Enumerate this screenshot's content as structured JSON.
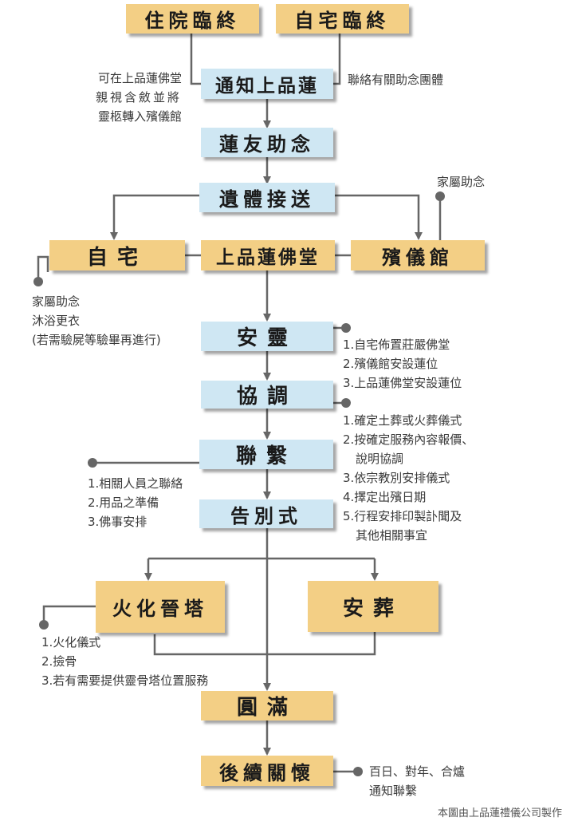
{
  "boxes": {
    "hospital": "住院臨終",
    "home_death": "自宅臨終",
    "notify": "通知上品蓮",
    "assist_chant": "蓮友助念",
    "transport": "遺體接送",
    "home": "自宅",
    "hall": "上品蓮佛堂",
    "funeral_home": "殯儀館",
    "enshrine": "安靈",
    "coordinate": "協調",
    "contact": "聯繫",
    "farewell": "告別式",
    "cremation": "火化晉塔",
    "burial": "安葬",
    "complete": "圓滿",
    "aftercare": "後續關懷"
  },
  "notes": {
    "hospital_side": [
      "可在上品蓮佛堂",
      "親視含斂並將",
      "靈柩轉入殯儀館"
    ],
    "home_side": "聯絡有關助念團體",
    "family_chant": "家屬助念",
    "home_care": [
      "家屬助念",
      "沐浴更衣",
      "(若需驗屍等驗畢再進行)"
    ],
    "enshrine_items": [
      "1.自宅佈置莊嚴佛堂",
      "2.殯儀館安設蓮位",
      "3.上品蓮佛堂安設蓮位"
    ],
    "coordinate_items": [
      "1.確定土葬或火葬儀式",
      "2.按確定服務內容報價、",
      "說明協調",
      "3.依宗教別安排儀式",
      "4.擇定出殯日期",
      "5.行程安排印製訃聞及",
      "其他相關事宜"
    ],
    "contact_items": [
      "1.相關人員之聯絡",
      "2.用品之準備",
      "3.佛事安排"
    ],
    "cremation_items": [
      "1.火化儀式",
      "2.撿骨",
      "3.若有需要提供靈骨塔位置服務"
    ],
    "aftercare_items": [
      "百日、對年、合爐",
      "通知聯繫"
    ]
  },
  "credit": "本圖由上品蓮禮儀公司製作",
  "colors": {
    "yellow": "#f3cf85",
    "blue": "#cfe7f3",
    "line": "#666666"
  }
}
